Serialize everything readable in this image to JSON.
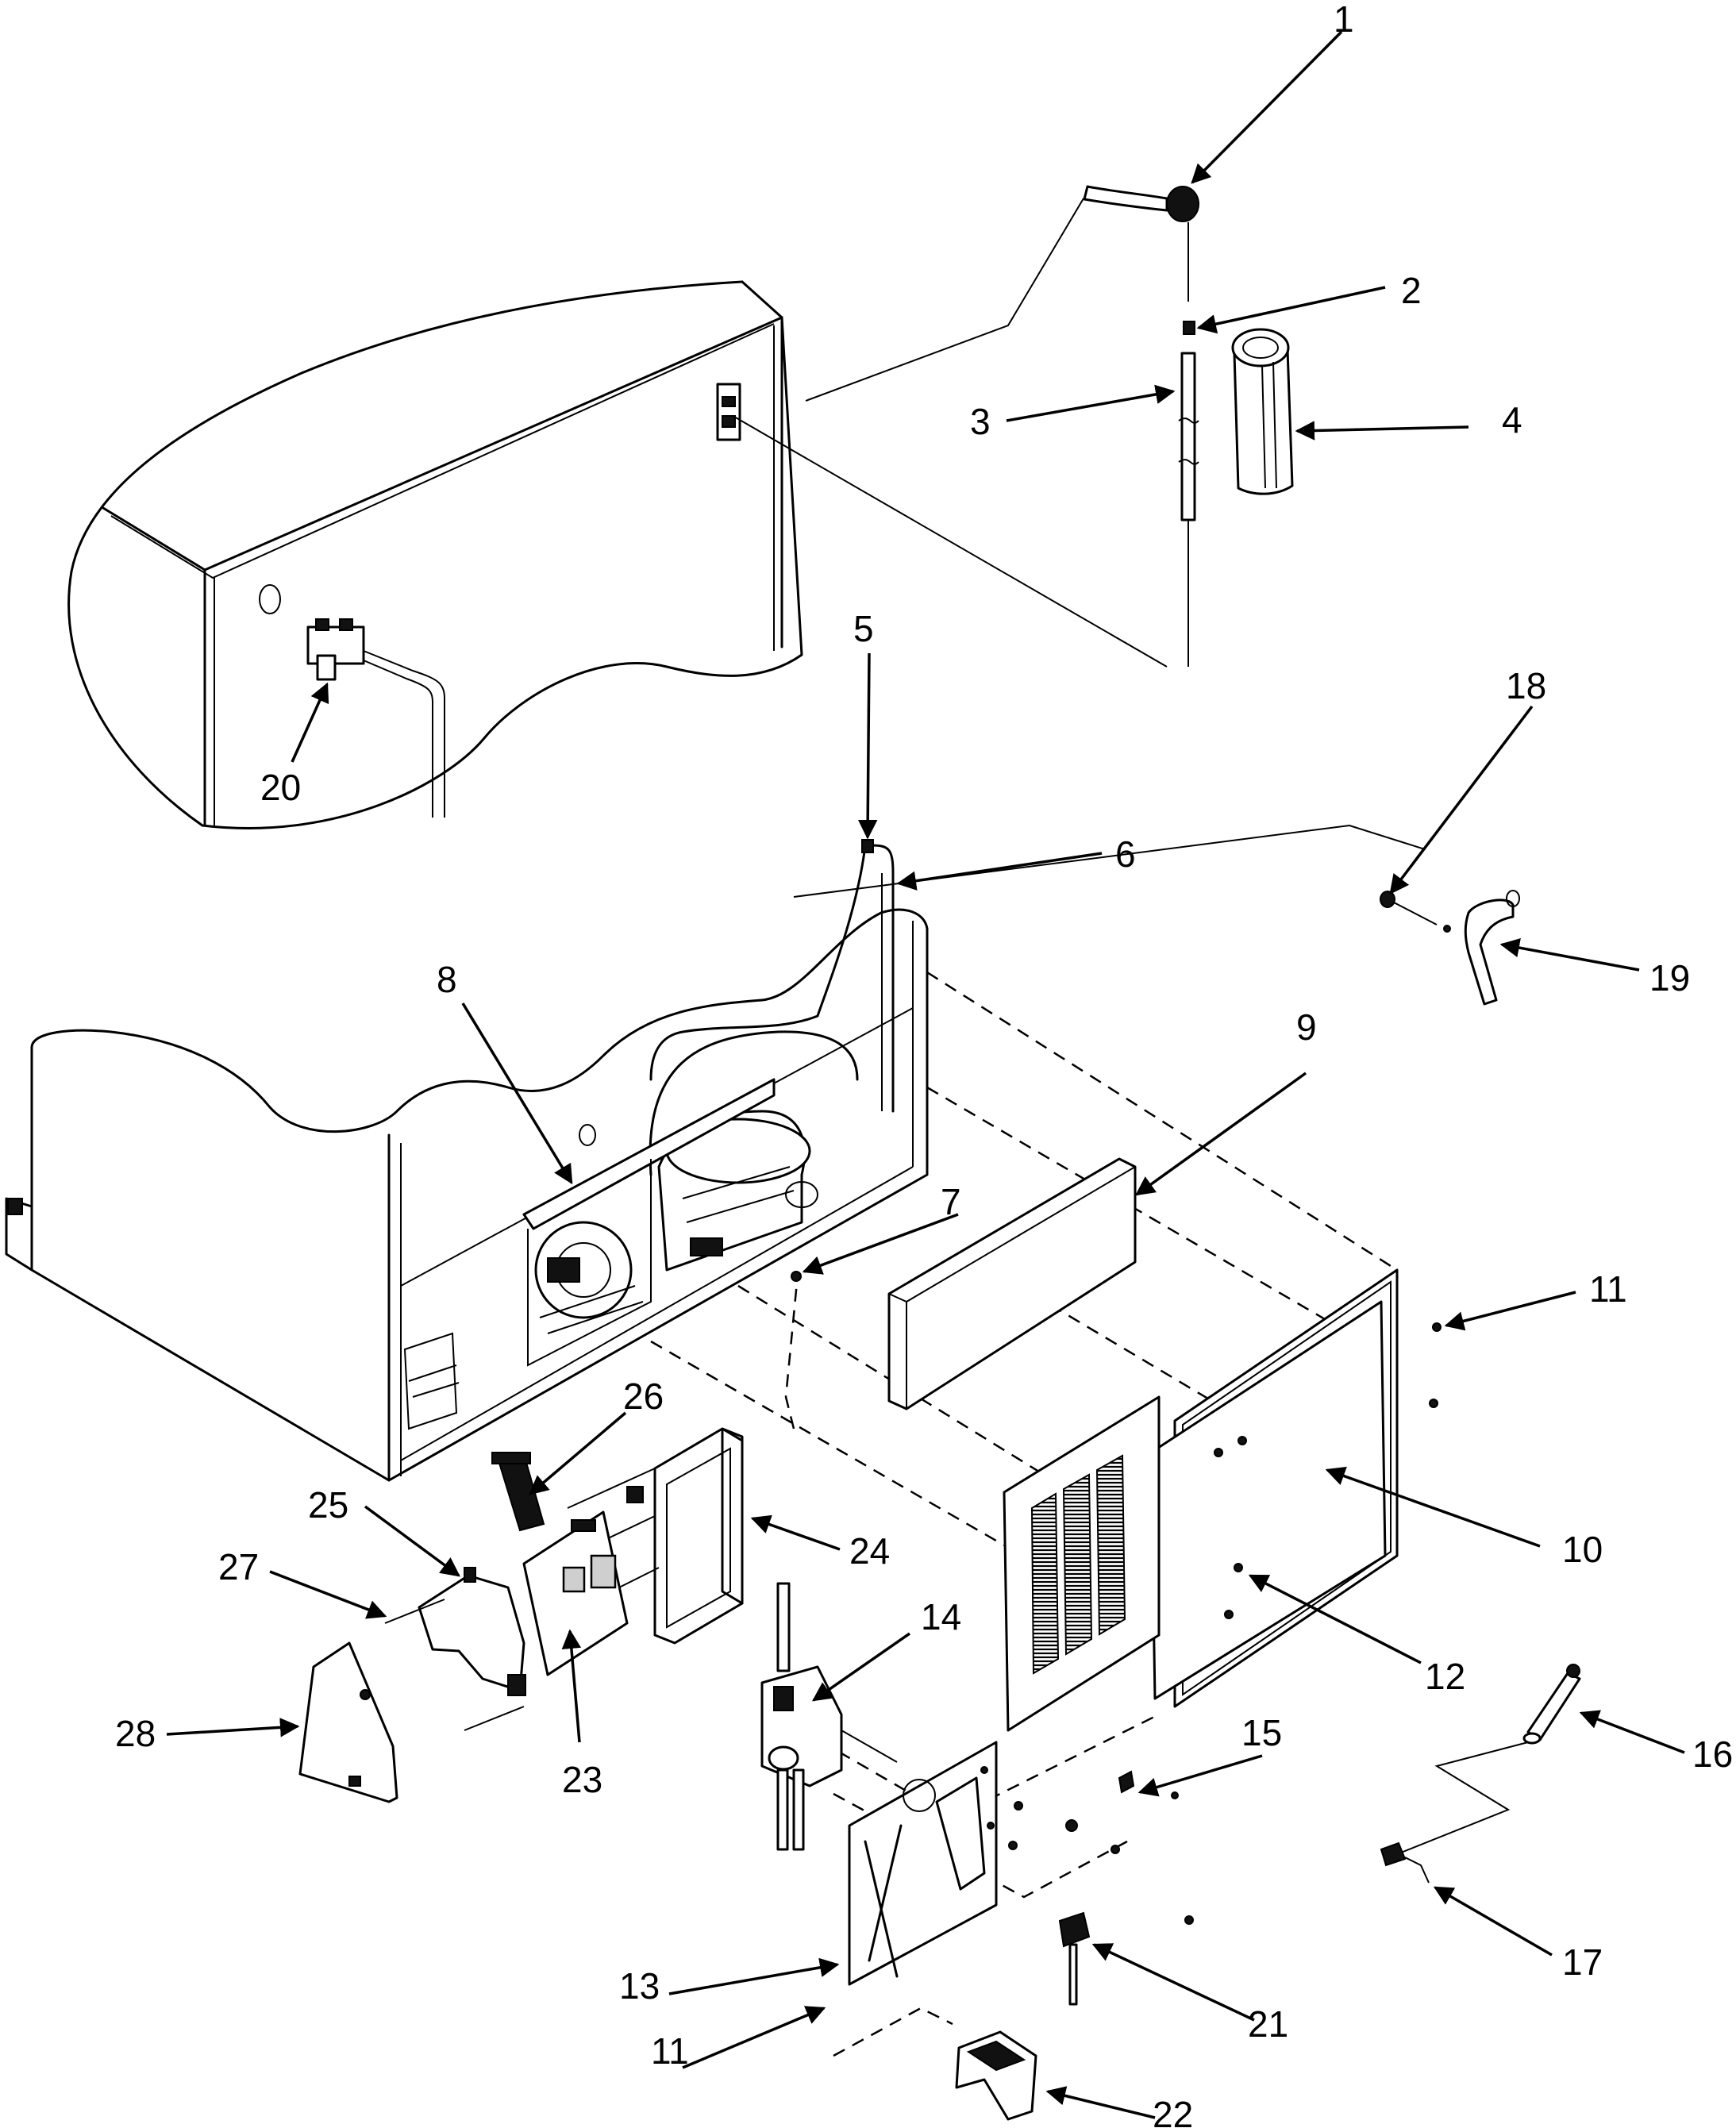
{
  "callouts": [
    {
      "id": "1",
      "text": "1"
    },
    {
      "id": "2",
      "text": "2"
    },
    {
      "id": "3",
      "text": "3"
    },
    {
      "id": "4",
      "text": "4"
    },
    {
      "id": "5",
      "text": "5"
    },
    {
      "id": "6",
      "text": "6"
    },
    {
      "id": "7",
      "text": "7"
    },
    {
      "id": "8",
      "text": "8"
    },
    {
      "id": "9",
      "text": "9"
    },
    {
      "id": "10",
      "text": "10"
    },
    {
      "id": "11a",
      "text": "11"
    },
    {
      "id": "11b",
      "text": "11"
    },
    {
      "id": "12",
      "text": "12"
    },
    {
      "id": "13",
      "text": "13"
    },
    {
      "id": "14",
      "text": "14"
    },
    {
      "id": "15",
      "text": "15"
    },
    {
      "id": "16",
      "text": "16"
    },
    {
      "id": "17",
      "text": "17"
    },
    {
      "id": "18",
      "text": "18"
    },
    {
      "id": "19",
      "text": "19"
    },
    {
      "id": "20",
      "text": "20"
    },
    {
      "id": "21",
      "text": "21"
    },
    {
      "id": "22",
      "text": "22"
    },
    {
      "id": "23",
      "text": "23"
    },
    {
      "id": "24",
      "text": "24"
    },
    {
      "id": "25",
      "text": "25"
    },
    {
      "id": "26",
      "text": "26"
    },
    {
      "id": "27",
      "text": "27"
    },
    {
      "id": "28",
      "text": "28"
    }
  ]
}
